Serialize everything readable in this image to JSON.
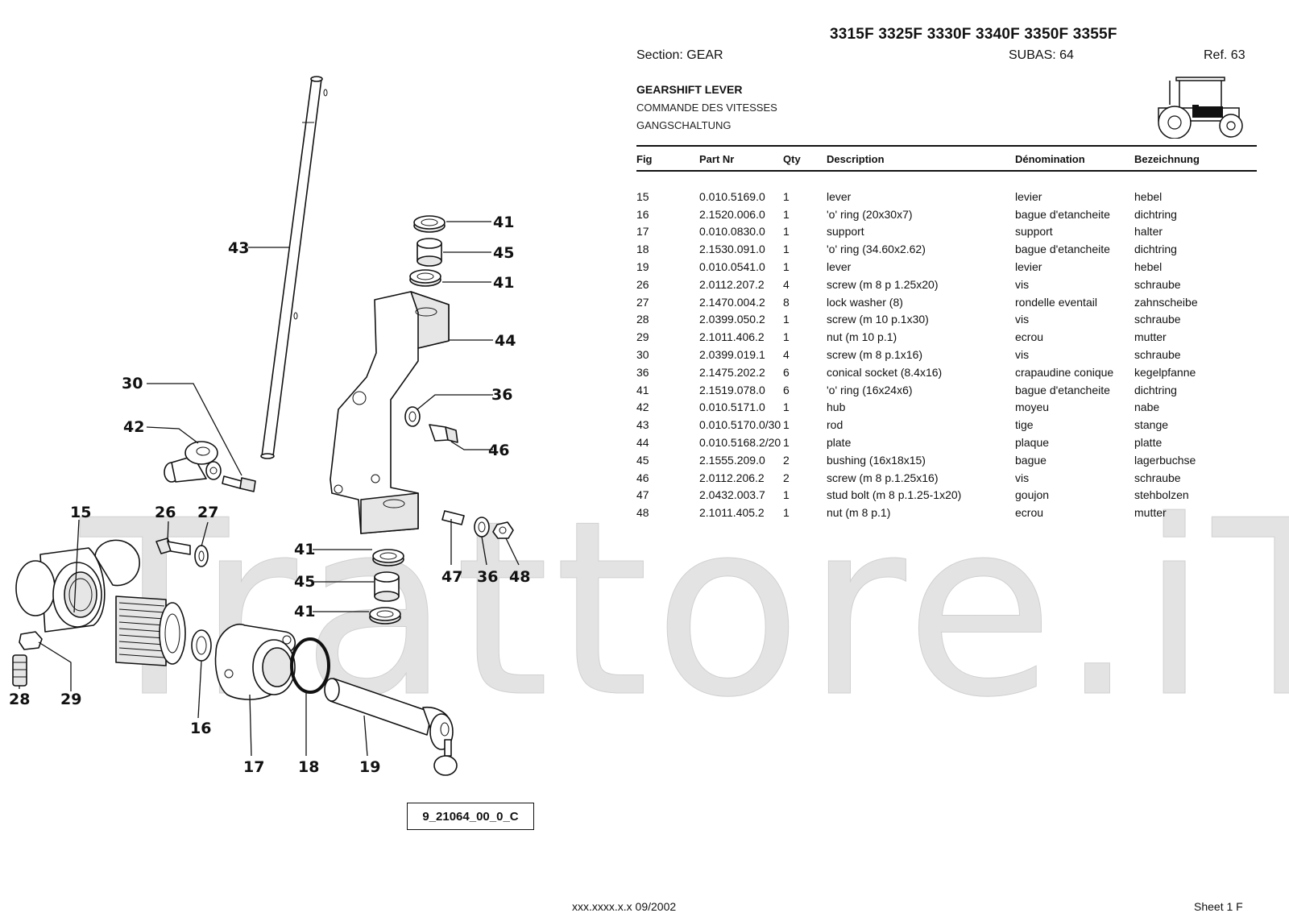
{
  "header": {
    "models": "3315F 3325F 3330F 3340F 3350F 3355F",
    "section": "Section: GEAR",
    "subas": "SUBAS: 64",
    "ref": "Ref. 63"
  },
  "titles": {
    "en": "GEARSHIFT LEVER",
    "fr": "COMMANDE DES VITESSES",
    "de": "GANGSCHALTUNG"
  },
  "watermark": "Trattore.iT",
  "table": {
    "headers": [
      "Fig",
      "Part Nr",
      "Qty",
      "Description",
      "Dénomination",
      "Bezeichnung"
    ],
    "rows": [
      [
        "15",
        "0.010.5169.0",
        "1",
        "lever",
        "levier",
        "hebel"
      ],
      [
        "16",
        "2.1520.006.0",
        "1",
        "'o' ring (20x30x7)",
        "bague d'etancheite",
        "dichtring"
      ],
      [
        "17",
        "0.010.0830.0",
        "1",
        "support",
        "support",
        "halter"
      ],
      [
        "18",
        "2.1530.091.0",
        "1",
        "'o' ring (34.60x2.62)",
        "bague d'etancheite",
        "dichtring"
      ],
      [
        "19",
        "0.010.0541.0",
        "1",
        "lever",
        "levier",
        "hebel"
      ],
      [
        "26",
        "2.0112.207.2",
        "4",
        "screw (m 8 p 1.25x20)",
        "vis",
        "schraube"
      ],
      [
        "27",
        "2.1470.004.2",
        "8",
        "lock washer (8)",
        "rondelle eventail",
        "zahnscheibe"
      ],
      [
        "28",
        "2.0399.050.2",
        "1",
        "screw (m 10 p.1x30)",
        "vis",
        "schraube"
      ],
      [
        "29",
        "2.1011.406.2",
        "1",
        "nut (m 10 p.1)",
        "ecrou",
        "mutter"
      ],
      [
        "30",
        "2.0399.019.1",
        "4",
        "screw (m 8 p.1x16)",
        "vis",
        "schraube"
      ],
      [
        "36",
        "2.1475.202.2",
        "6",
        "conical socket (8.4x16)",
        "crapaudine conique",
        "kegelpfanne"
      ],
      [
        "41",
        "2.1519.078.0",
        "6",
        "'o' ring (16x24x6)",
        "bague d'etancheite",
        "dichtring"
      ],
      [
        "42",
        "0.010.5171.0",
        "1",
        "hub",
        "moyeu",
        "nabe"
      ],
      [
        "43",
        "0.010.5170.0/30",
        "1",
        "rod",
        "tige",
        "stange"
      ],
      [
        "44",
        "0.010.5168.2/20",
        "1",
        "plate",
        "plaque",
        "platte"
      ],
      [
        "45",
        "2.1555.209.0",
        "2",
        "bushing (16x18x15)",
        "bague",
        "lagerbuchse"
      ],
      [
        "46",
        "2.0112.206.2",
        "2",
        "screw (m 8 p.1.25x16)",
        "vis",
        "schraube"
      ],
      [
        "47",
        "2.0432.003.7",
        "1",
        "stud bolt (m 8 p.1.25-1x20)",
        "goujon",
        "stehbolzen"
      ],
      [
        "48",
        "2.1011.405.2",
        "1",
        "nut (m 8 p.1)",
        "ecrou",
        "mutter"
      ]
    ]
  },
  "callouts": {
    "c15": "15",
    "c16": "16",
    "c17": "17",
    "c18": "18",
    "c19": "19",
    "c26": "26",
    "c27": "27",
    "c28": "28",
    "c29": "29",
    "c30": "30",
    "c36a": "36",
    "c36b": "36",
    "c41a": "41",
    "c41b": "41",
    "c41c": "41",
    "c41d": "41",
    "c42": "42",
    "c43": "43",
    "c44": "44",
    "c45a": "45",
    "c45b": "45",
    "c46": "46",
    "c47": "47",
    "c48": "48"
  },
  "figure_code": "9_21064_00_0_C",
  "footer": {
    "code": "xxx.xxxx.x.x  09/2002",
    "sheet": "Sheet 1 F"
  }
}
